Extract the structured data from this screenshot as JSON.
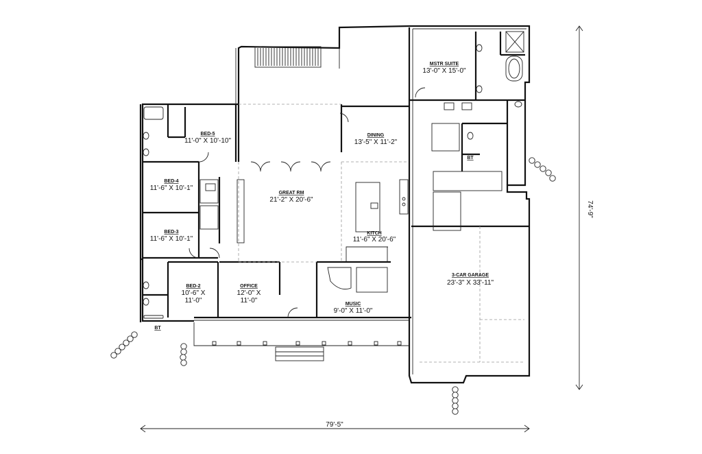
{
  "rooms": {
    "master": {
      "name": "MSTR SUITE",
      "dim": "13'-0\" X 15'-0\""
    },
    "bed5": {
      "name": "BED-5",
      "dim": "11'-0\" X 10'-10\""
    },
    "bed4": {
      "name": "BED-4",
      "dim": "11'-6\" X 10'-1\""
    },
    "bed3": {
      "name": "BED-3",
      "dim": "11'-6\" X 10'-1\""
    },
    "bed2": {
      "name": "BED-2",
      "dim1": "10'-6\" X",
      "dim2": "11'-0\""
    },
    "dining": {
      "name": "DINING",
      "dim": "13'-5\" X 11'-2\""
    },
    "great": {
      "name": "GREAT RM",
      "dim": "21'-2\" X 20'-6\""
    },
    "kitchen": {
      "name": "KITCH",
      "dim": "11'-6\" X 20'-6\""
    },
    "office": {
      "name": "OFFICE",
      "dim1": "12'-0\" X",
      "dim2": "11'-0\""
    },
    "music": {
      "name": "MUSIC",
      "dim": "9'-0\" X 11'-0\""
    },
    "garage": {
      "name": "3-CAR GARAGE",
      "dim": "23'-3\" X 33'-11\""
    }
  },
  "labels": {
    "bath1": "BT",
    "bath2": "BT"
  },
  "dimensions": {
    "width": "79'-5\"",
    "depth": "74'-9\""
  }
}
